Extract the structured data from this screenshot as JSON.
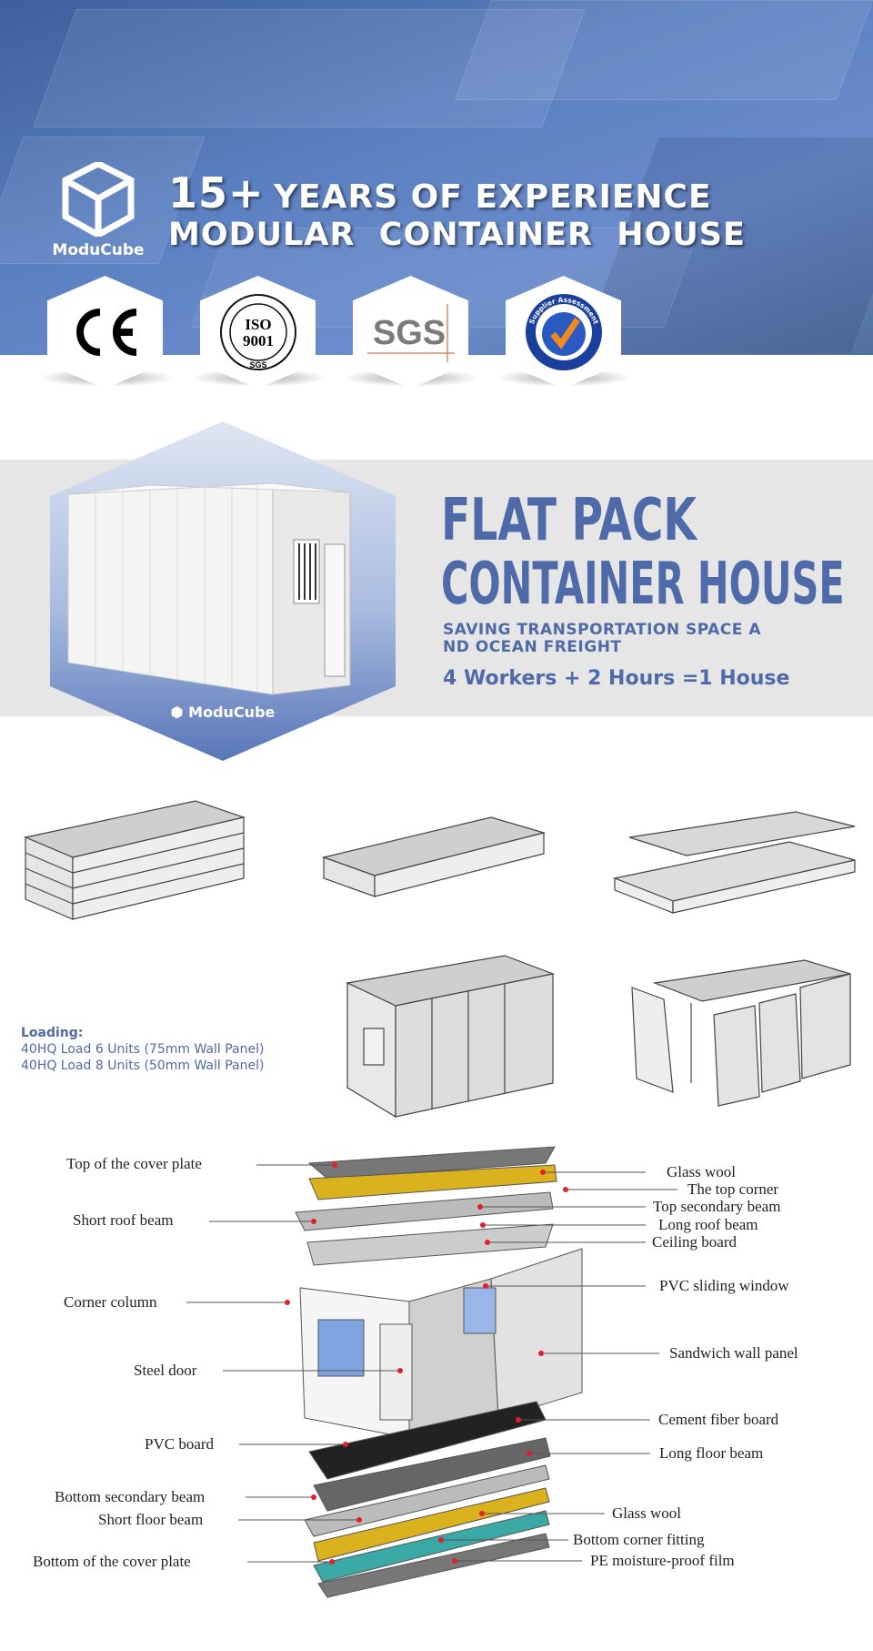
{
  "hero": {
    "brand": "ModuCube",
    "headline_number": "15+",
    "headline_line1": "YEARS OF EXPERIENCE",
    "headline_line2": "MODULAR  CONTAINER  HOUSE",
    "certifications": [
      {
        "name": "CE",
        "icon": "ce-mark-icon"
      },
      {
        "name": "ISO 9001",
        "icon": "iso-9001-seal-icon",
        "sub": "SGS"
      },
      {
        "name": "SGS",
        "icon": "sgs-logo-icon"
      },
      {
        "name": "Supplier Assessment",
        "icon": "supplier-assessment-seal-icon"
      }
    ]
  },
  "product": {
    "title_line1": "FLAT PACK",
    "title_line2": "CONTAINER HOUSE",
    "subtitle": "SAVING TRANSPORTATION SPACE A ND OCEAN FREIGHT",
    "subtitle_line1": "SAVING TRANSPORTATION SPACE A",
    "subtitle_line2": "ND OCEAN FREIGHT",
    "tagline": "4 Workers + 2 Hours =1 House",
    "brand": "ModuCube",
    "accent_color": "#4f6aa8"
  },
  "loading": {
    "title": "Loading:",
    "lines": [
      "40HQ Load 6 Units (75mm Wall Panel)",
      "40HQ Load 8 Units (50mm Wall Panel)"
    ]
  },
  "diagram": {
    "left_labels": [
      "Top of the cover plate",
      "Short roof beam",
      "Corner column",
      "Steel door",
      "PVC board",
      "Bottom secondary beam",
      "Short floor beam",
      "Bottom of the cover plate"
    ],
    "right_labels": [
      "Glass wool",
      "The top corner",
      "Top secondary beam",
      "Long roof beam",
      "Ceiling board",
      "PVC sliding window",
      "Sandwich wall panel",
      "Cement fiber board",
      "Long floor beam",
      "Glass wool",
      "Bottom corner fitting",
      "PE moisture-proof film"
    ]
  }
}
